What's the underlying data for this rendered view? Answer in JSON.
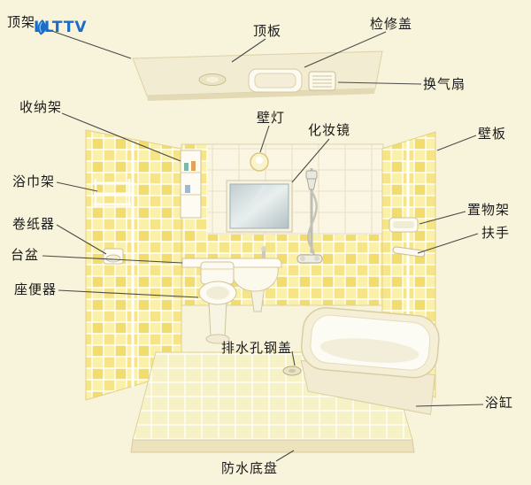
{
  "logo": {
    "text": "LLTTV",
    "color": "#1b6ec8"
  },
  "labels": {
    "top_frame": "顶架",
    "ceiling_panel": "顶板",
    "access_cover": "检修盖",
    "vent_fan": "换气扇",
    "storage_rack": "收纳架",
    "wall_lamp": "壁灯",
    "makeup_mirror": "化妆镜",
    "wall_panel": "壁板",
    "towel_rack": "浴巾架",
    "shelf_rack": "置物架",
    "handrail": "扶手",
    "paper_holder": "卷纸器",
    "basin": "台盆",
    "toilet": "座便器",
    "drain_cover": "排水孔钢盖",
    "bathtub": "浴缸",
    "waterproof_base": "防水底盘"
  },
  "colors": {
    "background": "#f8f3db",
    "tile_yellow": "#f2dc6c",
    "tile_light": "#fbf0a8",
    "tile_white": "#fbf6e3",
    "ceiling": "#f2ecd3",
    "fixture_white": "#fdfbf2",
    "mirror_glass": "#c2cdd0",
    "label_text": "#1a1a1a",
    "leader_line": "#4a4a46",
    "logo_blue": "#1b6ec8"
  }
}
